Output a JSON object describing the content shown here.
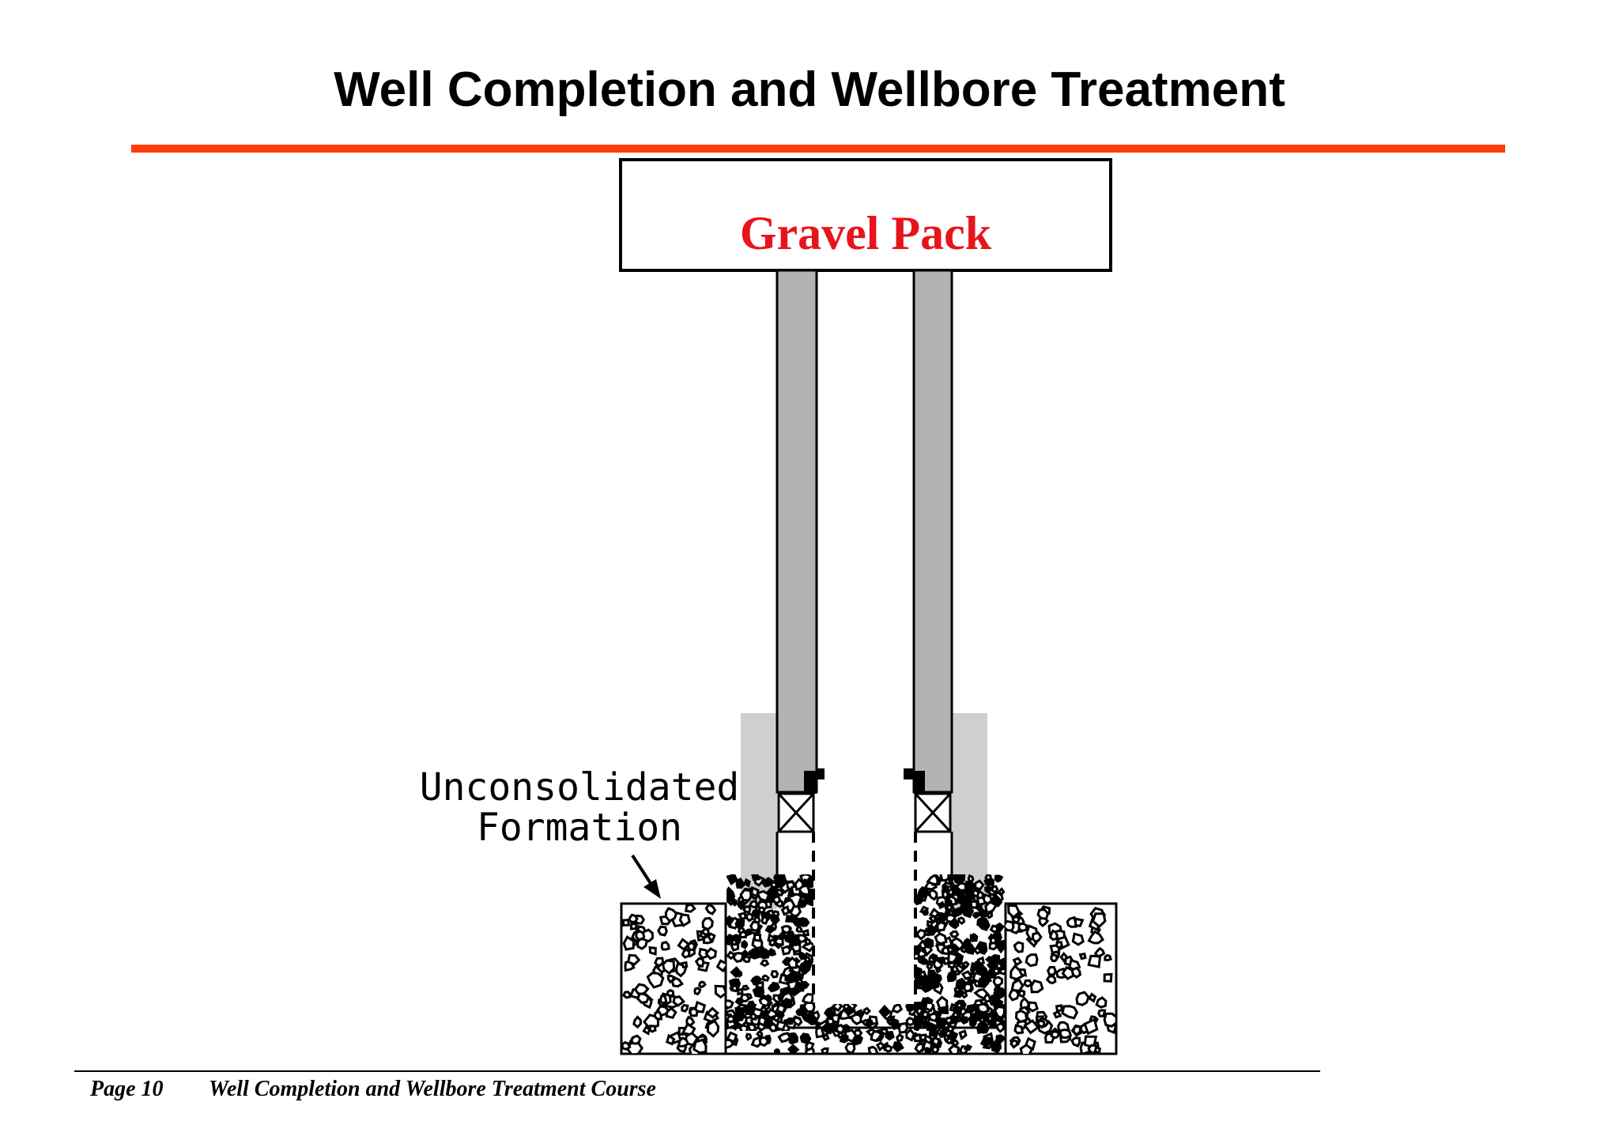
{
  "slide": {
    "title": "Well Completion and Wellbore Treatment",
    "accent_color": "#ff3a0d"
  },
  "diagram": {
    "header_box_label": "Gravel Pack",
    "header_label_color": "#e8141b",
    "formation_label_line1": "Unconsolidated",
    "formation_label_line2": "Formation",
    "casing_color": "#b3b2b5",
    "formation_shade_color": "#cfcfd2"
  },
  "footer": {
    "page": "Page 10",
    "course": "Well Completion and Wellbore Treatment Course"
  }
}
